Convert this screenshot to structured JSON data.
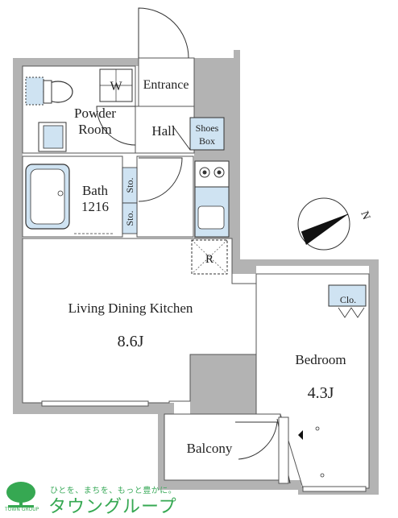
{
  "rooms": {
    "w_label": "W",
    "entrance": "Entrance",
    "powder_room_line1": "Powder",
    "powder_room_line2": "Room",
    "hall": "Hall",
    "shoes_box_line1": "Shoes",
    "shoes_box_line2": "Box",
    "bath_line1": "Bath",
    "bath_line2": "1216",
    "storage_1": "Sto.",
    "storage_2": "Sto.",
    "refrigerator": "R",
    "ldk_name": "Living Dining Kitchen",
    "ldk_size": "8.6J",
    "closet": "Clo.",
    "bedroom_name": "Bedroom",
    "bedroom_size": "4.3J",
    "balcony": "Balcony"
  },
  "compass": {
    "north_label": "N"
  },
  "footer": {
    "tagline": "ひとを、まちを、もっと豊かに。",
    "brand": "タウングループ",
    "logo_caption": "TOWN GROUP"
  },
  "colors": {
    "wall": "#b3b3b3",
    "wall_dark": "#8f8f8f",
    "fixture_blue": "#cfe3f2",
    "brand_green": "#36a852"
  }
}
